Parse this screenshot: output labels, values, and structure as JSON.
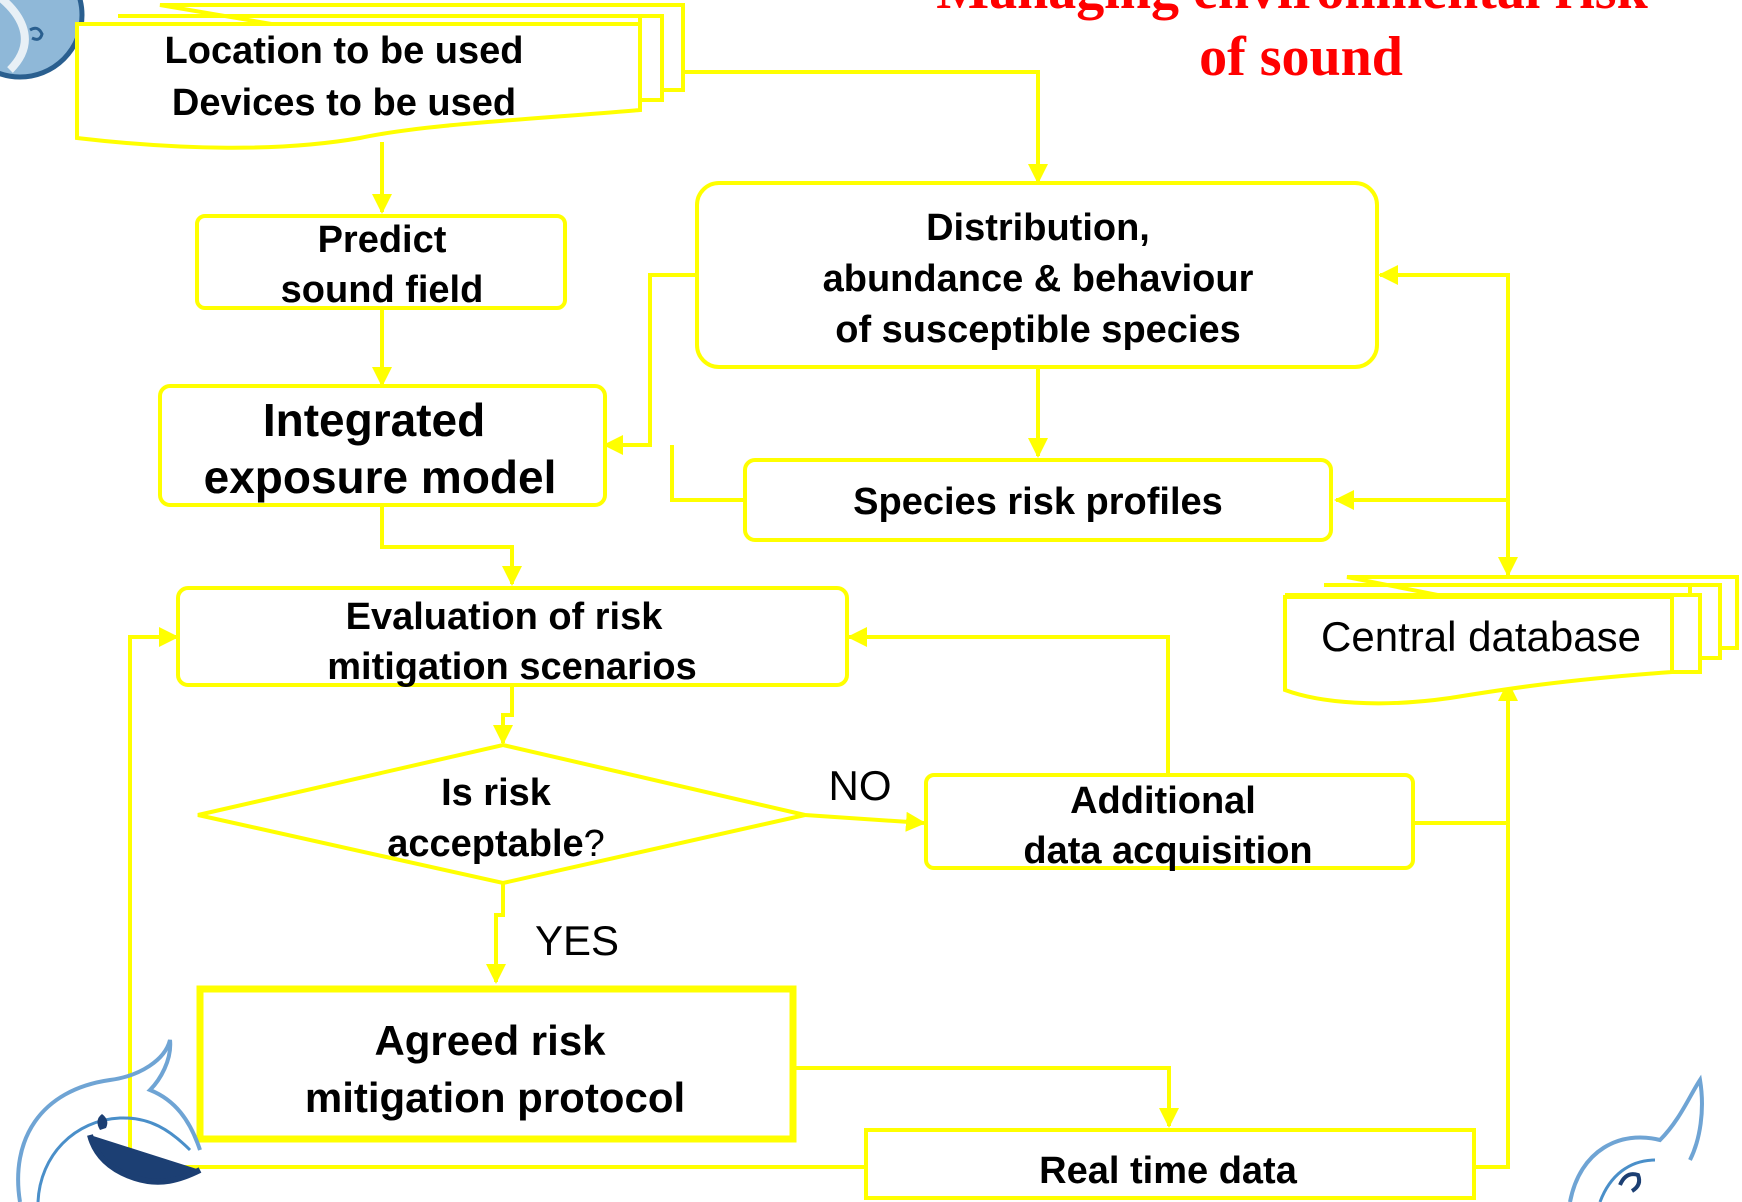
{
  "title": {
    "line1": "Managing environmental risk",
    "line2": "of sound"
  },
  "nodes": {
    "location": {
      "line1": "Location to be used",
      "line2": "Devices to be used"
    },
    "predict": {
      "line1": "Predict",
      "line2": "sound field"
    },
    "integrated": {
      "line1": "Integrated",
      "line2": "exposure model"
    },
    "distribution": {
      "line1": "Distribution,",
      "line2": "abundance & behaviour",
      "line3": "of susceptible species"
    },
    "species": {
      "label": "Species risk profiles"
    },
    "central": {
      "label": "Central database"
    },
    "evaluation": {
      "line1": "Evaluation of  risk",
      "line2": "mitigation scenarios"
    },
    "decision": {
      "line1": "Is risk",
      "line2_bold": "acceptable",
      "line2_suffix": "?"
    },
    "additional": {
      "line1": "Additional",
      "line2": "data acquisition"
    },
    "agreed": {
      "line1": "Agreed risk",
      "line2": "mitigation protocol"
    },
    "realtime": {
      "label": "Real time data"
    }
  },
  "edge_labels": {
    "no": "NO",
    "yes": "YES"
  },
  "colors": {
    "connector": "#ffff00",
    "title": "#ff0000",
    "logo": "#4a8fc9"
  },
  "icons": [
    "whale-logo-left",
    "whale-logo-right",
    "globe-logo"
  ]
}
